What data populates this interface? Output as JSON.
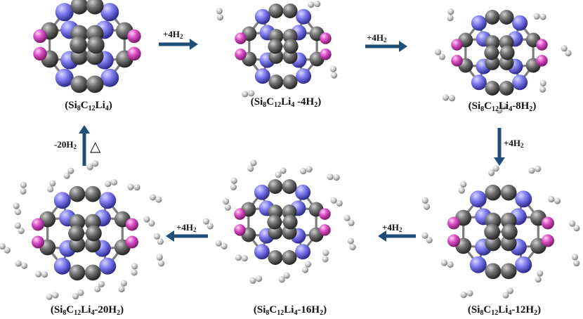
{
  "palette": {
    "silicon": "#7a78e6",
    "carbon": "#6b6b6b",
    "lithium": "#d84fc4",
    "hydrogen": "#c9c9c9",
    "bond": "#7d7d7d",
    "arrow": "#1f4f78"
  },
  "states": [
    {
      "formula": "Si8C12Li4",
      "h2_molecules": 0
    },
    {
      "formula": "Si8C12Li4-4H2",
      "h2_molecules": 4
    },
    {
      "formula": "Si8C12Li4-8H2",
      "h2_molecules": 8
    },
    {
      "formula": "Si8C12Li4-12H2",
      "h2_molecules": 12
    },
    {
      "formula": "Si8C12Li4-16H2",
      "h2_molecules": 16
    },
    {
      "formula": "Si8C12Li4-20H2",
      "h2_molecules": 20
    }
  ],
  "labels": [
    {
      "open": "(Si",
      "n1": "8",
      "mid1": "C",
      "n2": "12",
      "mid2": "Li",
      "n3": "4",
      "tail": ")",
      "h2": "",
      "after": ""
    },
    {
      "open": "(Si",
      "n1": "8",
      "mid1": "C",
      "n2": "12",
      "mid2": "Li",
      "n3": "4",
      "tail": " -4H",
      "h2": "2",
      "after": ")"
    },
    {
      "open": "(Si",
      "n1": "8",
      "mid1": "C",
      "n2": "12",
      "mid2": "Li",
      "n3": "4",
      "tail": "-8H",
      "h2": "2",
      "after": ")"
    },
    {
      "open": "(Si",
      "n1": "8",
      "mid1": "C",
      "n2": "12",
      "mid2": "Li",
      "n3": "4",
      "tail": "-12H",
      "h2": "2",
      "after": ")"
    },
    {
      "open": "(Si",
      "n1": "8",
      "mid1": "C",
      "n2": "12",
      "mid2": "Li",
      "n3": "4",
      "tail": "-16H",
      "h2": "2",
      "after": ")"
    },
    {
      "open": "(Si",
      "n1": "8",
      "mid1": "C",
      "n2": "12",
      "mid2": "Li",
      "n3": "4",
      "tail": "-20H",
      "h2": "2",
      "after": ")"
    }
  ],
  "arrows": [
    {
      "main": "+4H",
      "sub": "2"
    },
    {
      "main": "+4H",
      "sub": "2"
    },
    {
      "main": "+4H",
      "sub": "2"
    },
    {
      "main": "+4H",
      "sub": "2"
    },
    {
      "main": "+4H",
      "sub": "2"
    },
    {
      "main": "-20H",
      "sub": "2"
    }
  ],
  "heat_symbol": "△"
}
